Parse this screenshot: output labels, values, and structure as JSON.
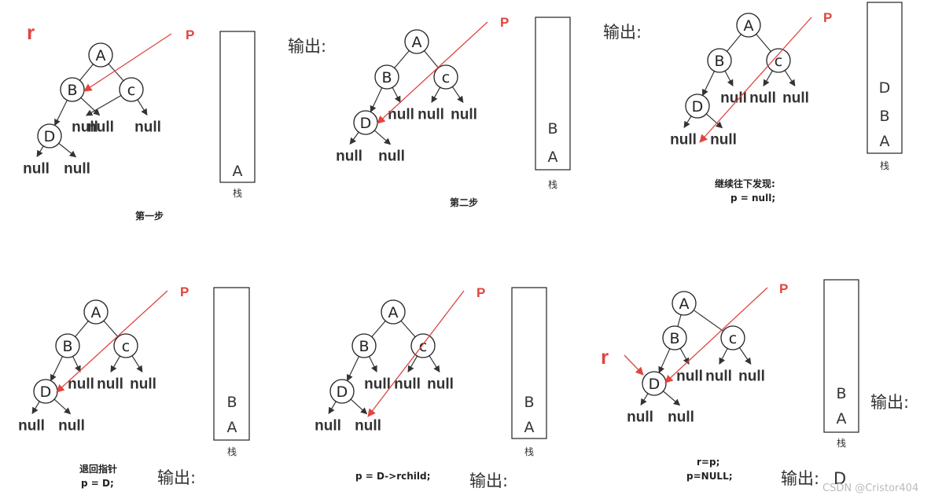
{
  "labels": {
    "pointer": "P",
    "root_pointer": "r",
    "output": "输出:",
    "stack": "栈",
    "null": "null",
    "node_a": "A",
    "node_b": "B",
    "node_c": "c",
    "node_d": "D"
  },
  "panels": [
    {
      "id": "panel-1",
      "caption_lines": [
        "第一步"
      ],
      "stack_items": [
        "A"
      ],
      "output_text": "",
      "has_output_label": false,
      "has_root_pointer": true
    },
    {
      "id": "panel-2",
      "caption_lines": [
        "第二步"
      ],
      "stack_items": [
        "B",
        "A"
      ],
      "output_text": "",
      "has_output_label": true,
      "has_root_pointer": false
    },
    {
      "id": "panel-3",
      "caption_lines": [
        "继续往下发现:",
        "p = null;"
      ],
      "stack_items": [
        "D",
        "B",
        "A"
      ],
      "output_text": "",
      "has_output_label": true,
      "has_root_pointer": false
    },
    {
      "id": "panel-4",
      "caption_lines": [
        "退回指针",
        "p = D;"
      ],
      "stack_items": [
        "B",
        "A"
      ],
      "output_text": "",
      "has_output_label": true,
      "has_root_pointer": false
    },
    {
      "id": "panel-5",
      "caption_lines": [
        "p = D->rchild;"
      ],
      "stack_items": [
        "B",
        "A"
      ],
      "output_text": "",
      "has_output_label": true,
      "has_root_pointer": false
    },
    {
      "id": "panel-6",
      "caption_lines": [
        "r=p;",
        "p=NULL;"
      ],
      "stack_items": [
        "B",
        "A"
      ],
      "output_text": "D",
      "has_output_label": true,
      "has_root_pointer": true
    }
  ],
  "watermark": "CSDN @Cristor404",
  "colors": {
    "pointer": "#e0453f",
    "ink": "#222222"
  }
}
